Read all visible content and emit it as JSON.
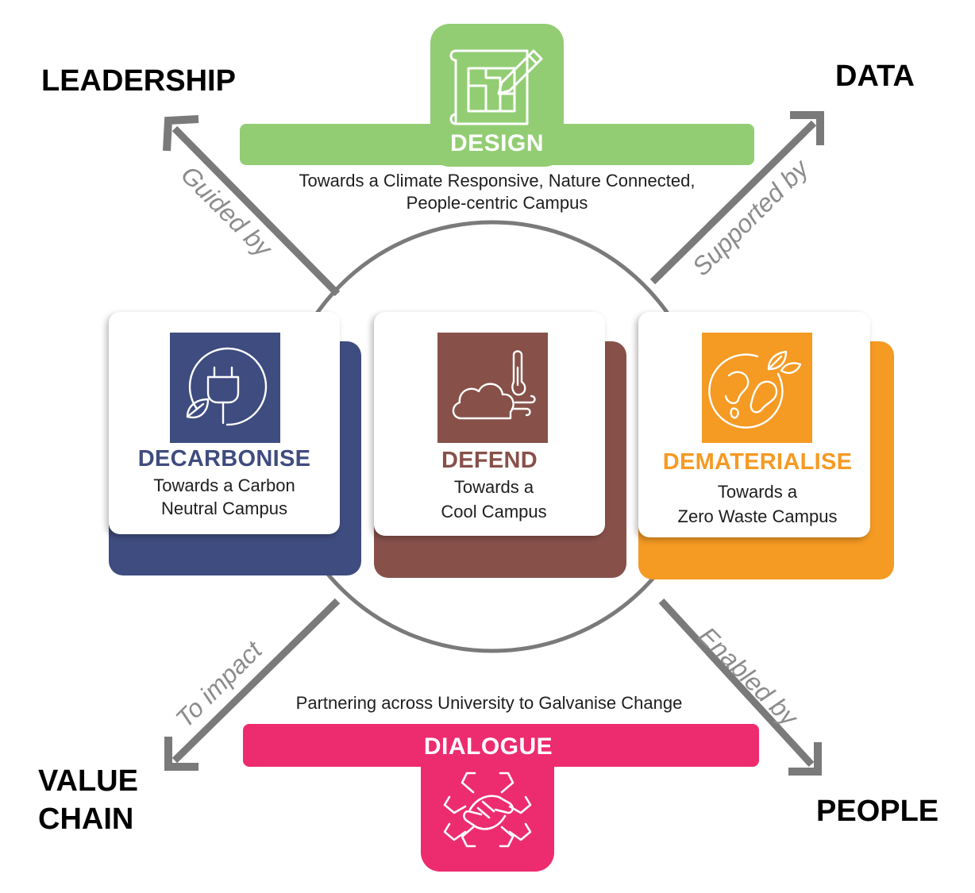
{
  "colors": {
    "design": "#92cd73",
    "dialogue": "#ed2c6f",
    "decarbonise": "#3f4c7f",
    "defend": "#87514a",
    "dematerialise": "#f59a23",
    "connector": "#7a7a7a",
    "relation_text": "#8c8c8c"
  },
  "corners": {
    "leadership": "LEADERSHIP",
    "data": "DATA",
    "value_chain_line1": "VALUE",
    "value_chain_line2": "CHAIN",
    "people": "PEOPLE"
  },
  "relations": {
    "leadership": "Guided by",
    "data": "Supported by",
    "value_chain": "To impact",
    "people": "Enabled by"
  },
  "design": {
    "label": "DESIGN",
    "desc_line1": "Towards a Climate Responsive, Nature Connected,",
    "desc_line2": "People-centric Campus",
    "icon": "blueprint-pencil-icon"
  },
  "dialogue": {
    "label": "DIALOGUE",
    "desc": "Partnering across University to Galvanise Change",
    "icon": "joined-hands-icon"
  },
  "pillars": [
    {
      "title": "DECARBONISE",
      "desc_line1": "Towards a Carbon",
      "desc_line2": "Neutral Campus",
      "icon": "plug-leaf-icon"
    },
    {
      "title": "DEFEND",
      "desc_line1": "Towards a",
      "desc_line2": "Cool Campus",
      "icon": "cloud-thermometer-icon"
    },
    {
      "title": "DEMATERIALISE",
      "desc_line1": "Towards a",
      "desc_line2": "Zero Waste Campus",
      "icon": "globe-leaf-icon"
    }
  ]
}
